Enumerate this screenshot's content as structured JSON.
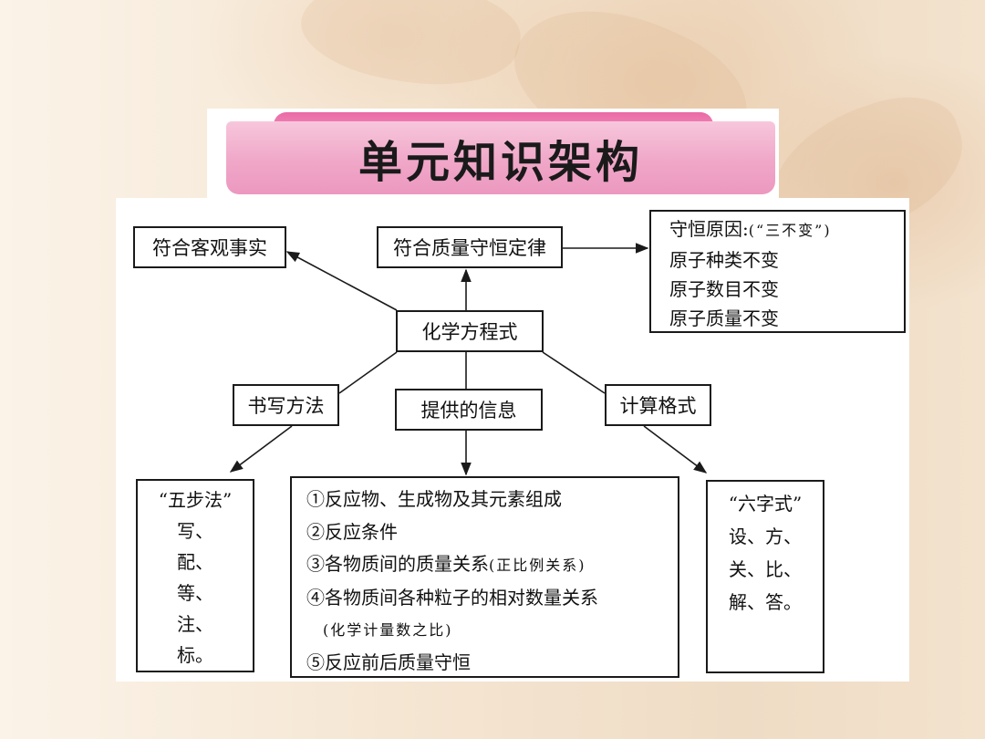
{
  "title": "单元知识架构",
  "nodes": {
    "fact": "符合客观事实",
    "mass_law": "符合质量守恒定律",
    "reason": {
      "title": "守恒原因:",
      "note": "(“三不变”)",
      "lines": [
        "原子种类不变",
        "原子数目不变",
        "原子质量不变"
      ]
    },
    "equation": "化学方程式",
    "writing": "书写方法",
    "info": "提供的信息",
    "calc": "计算格式",
    "five_steps": {
      "title": "“五步法”",
      "lines": [
        "写、",
        "配、",
        "等、",
        "注、",
        "标。"
      ]
    },
    "info_list": {
      "item1": "①反应物、生成物及其元素组成",
      "item2": "②反应条件",
      "item3": "③各物质间的质量关系",
      "item3_note": "(正比例关系)",
      "item4": "④各物质间各种粒子的相对数量关系",
      "item4_note": "(化学计量数之比)",
      "item5": "⑤反应前后质量守恒"
    },
    "six_chars": {
      "title": "“六字式”",
      "lines": [
        "设、方、",
        "关、比、",
        "解、答。"
      ]
    }
  }
}
